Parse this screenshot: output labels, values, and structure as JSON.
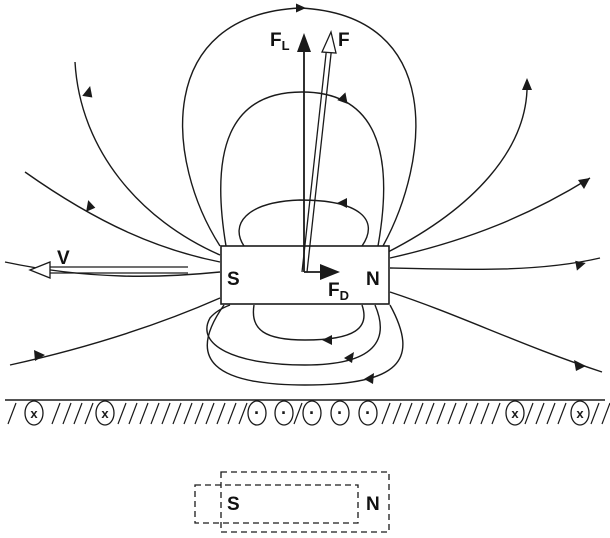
{
  "colors": {
    "ink": "#1a1a1a",
    "background": "#ffffff"
  },
  "magnet": {
    "south": "S",
    "north": "N"
  },
  "forces": {
    "lift": {
      "letter": "F",
      "subscript": "L"
    },
    "total": {
      "letter": "F"
    },
    "drag": {
      "letter": "F",
      "subscript": "D"
    }
  },
  "velocity": {
    "label": "V"
  },
  "ghost_magnet": {
    "south": "S",
    "north": "N"
  },
  "conductor": {
    "current_out_symbol": "·",
    "current_in_symbol": "x",
    "left_into_page_count": 2,
    "center_out_of_page_count": 5,
    "right_into_page_count": 2
  }
}
